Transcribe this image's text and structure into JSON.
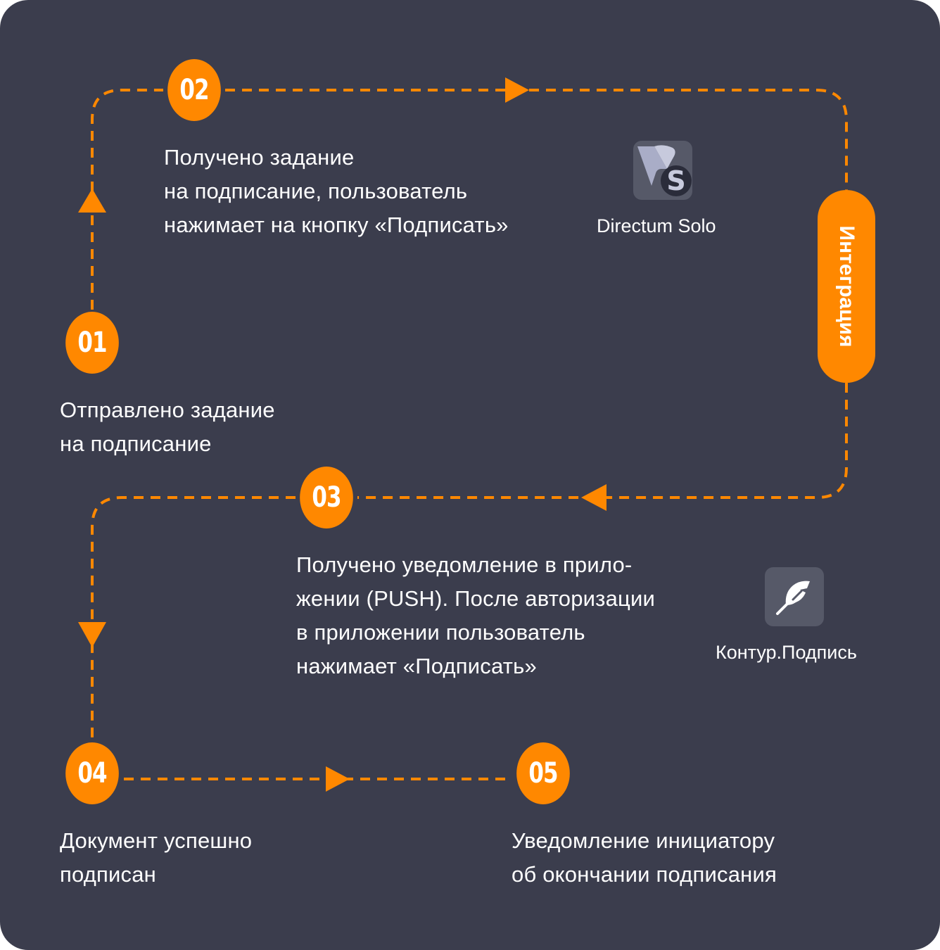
{
  "colors": {
    "background": "#3b3d4d",
    "accent": "#ff8800",
    "text": "#ffffff",
    "icon_bg": "#565968"
  },
  "steps": [
    {
      "number": "01",
      "text": "Отправлено задание\nна подписание"
    },
    {
      "number": "02",
      "text": "Получено задание\nна подписание, пользователь\nнажимает на кнопку «Подписать»"
    },
    {
      "number": "03",
      "text": "Получено уведомление в прило-\nжении (PUSH). После авторизации\nв приложении пользователь\nнажимает «Подписать»"
    },
    {
      "number": "04",
      "text": "Документ успешно\nподписан"
    },
    {
      "number": "05",
      "text": "Уведомление инициатору\nоб окончании подписания"
    }
  ],
  "integration": {
    "label": "Интеграция"
  },
  "apps": [
    {
      "name": "Directum Solo",
      "icon": "directum-solo-icon"
    },
    {
      "name": "Контур.Подпись",
      "icon": "feather-icon"
    }
  ],
  "edges": [
    {
      "from": "01",
      "to": "02",
      "style": "dashed",
      "arrow": "up"
    },
    {
      "from": "02",
      "to": "integration",
      "style": "dashed",
      "arrow": "right"
    },
    {
      "from": "integration",
      "to": "03",
      "style": "dashed",
      "arrow": "left"
    },
    {
      "from": "03",
      "to": "04",
      "style": "dashed",
      "arrow": "down"
    },
    {
      "from": "04",
      "to": "05",
      "style": "dashed",
      "arrow": "right"
    }
  ]
}
